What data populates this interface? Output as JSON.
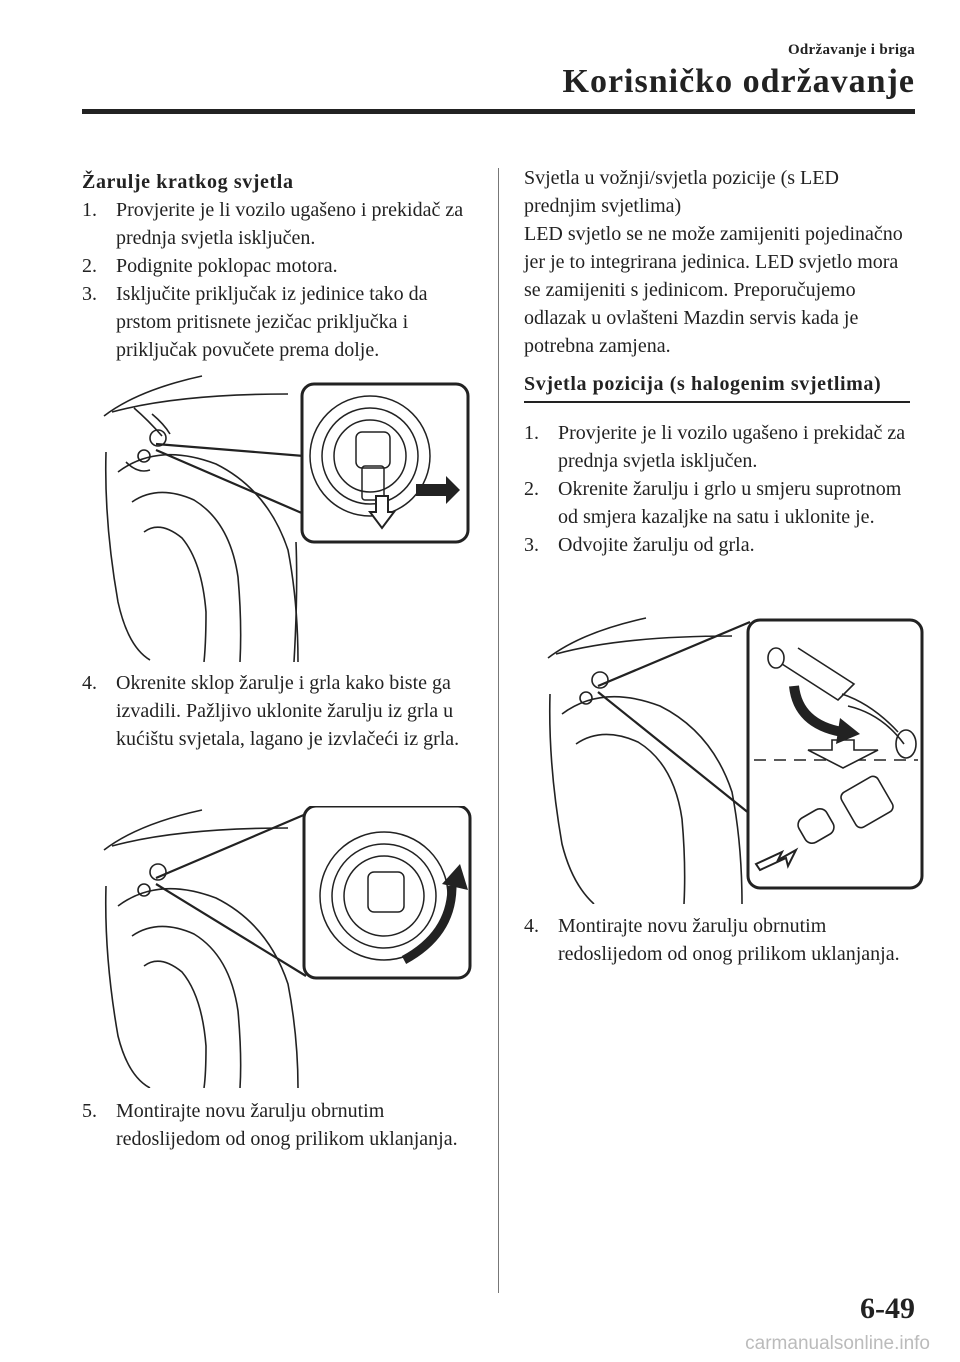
{
  "header": {
    "section": "Održavanje i briga",
    "title": "Korisničko održavanje"
  },
  "left": {
    "heading": "Žarulje kratkog svjetla",
    "steps": [
      {
        "num": "1.",
        "text": "Provjerite je li vozilo ugašeno i prekidač za prednja svjetla isključen."
      },
      {
        "num": "2.",
        "text": "Podignite poklopac motora."
      },
      {
        "num": "3.",
        "text": "Isključite priključak iz jedinice tako da prstom pritisnete jezičac priključka i priključak povučete prema dolje."
      },
      {
        "num": "4.",
        "text": "Okrenite sklop žarulje i grla kako biste ga izvadili. Pažljivo uklonite žarulju iz grla u kućištu svjetala, lagano je izvlačeći iz grla."
      },
      {
        "num": "5.",
        "text": "Montirajte novu žarulju obrnutim redoslijedom od onog prilikom uklanjanja."
      }
    ]
  },
  "right": {
    "paragraphs": [
      "Svjetla u vožnji/svjetla pozicije (s LED prednjim svjetlima)",
      "LED svjetlo se ne može zamijeniti pojedinačno jer je to integrirana jedinica. LED svjetlo mora se zamijeniti s jedinicom. Preporučujemo odlazak u ovlašteni Mazdin servis kada je potrebna zamjena."
    ],
    "heading": "Svjetla pozicija (s halogenim svjetlima)",
    "steps": [
      {
        "num": "1.",
        "text": "Provjerite je li vozilo ugašeno i prekidač za prednja svjetla isključen."
      },
      {
        "num": "2.",
        "text": "Okrenite žarulju i grlo u smjeru suprotnom od smjera kazaljke na satu i uklonite je."
      },
      {
        "num": "3.",
        "text": "Odvojite žarulju od grla."
      },
      {
        "num": "4.",
        "text": "Montirajte novu žarulju obrnutim redoslijedom od onog prilikom uklanjanja."
      }
    ]
  },
  "page_number": "6-49",
  "watermark": "carmanualsonline.info"
}
